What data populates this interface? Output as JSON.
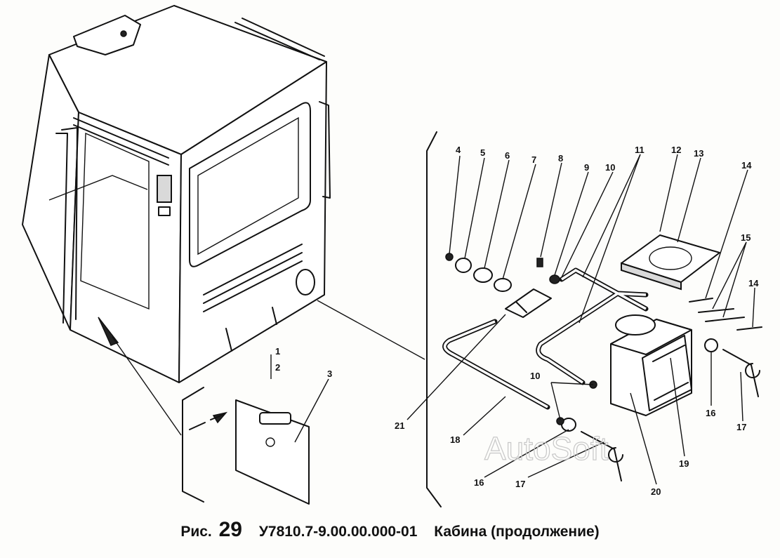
{
  "caption": {
    "fig_prefix": "Рис.",
    "fig_number": "29",
    "code": "У7810.7-9.00.00.000-01",
    "title": "Кабина  (продолжение)"
  },
  "watermark": "AutoSoft",
  "callouts": [
    {
      "id": "4",
      "label": "4"
    },
    {
      "id": "5",
      "label": "5"
    },
    {
      "id": "6",
      "label": "6"
    },
    {
      "id": "7",
      "label": "7"
    },
    {
      "id": "8",
      "label": "8"
    },
    {
      "id": "9",
      "label": "9"
    },
    {
      "id": "10a",
      "label": "10"
    },
    {
      "id": "11",
      "label": "11"
    },
    {
      "id": "12",
      "label": "12"
    },
    {
      "id": "13",
      "label": "13"
    },
    {
      "id": "14a",
      "label": "14"
    },
    {
      "id": "15",
      "label": "15"
    },
    {
      "id": "14b",
      "label": "14"
    },
    {
      "id": "1",
      "label": "1"
    },
    {
      "id": "2",
      "label": "2"
    },
    {
      "id": "3",
      "label": "3"
    },
    {
      "id": "10b",
      "label": "10"
    },
    {
      "id": "21",
      "label": "21"
    },
    {
      "id": "18",
      "label": "18"
    },
    {
      "id": "16a",
      "label": "16"
    },
    {
      "id": "17a",
      "label": "17"
    },
    {
      "id": "16b",
      "label": "16"
    },
    {
      "id": "17b",
      "label": "17"
    },
    {
      "id": "19",
      "label": "19"
    },
    {
      "id": "20",
      "label": "20"
    }
  ]
}
